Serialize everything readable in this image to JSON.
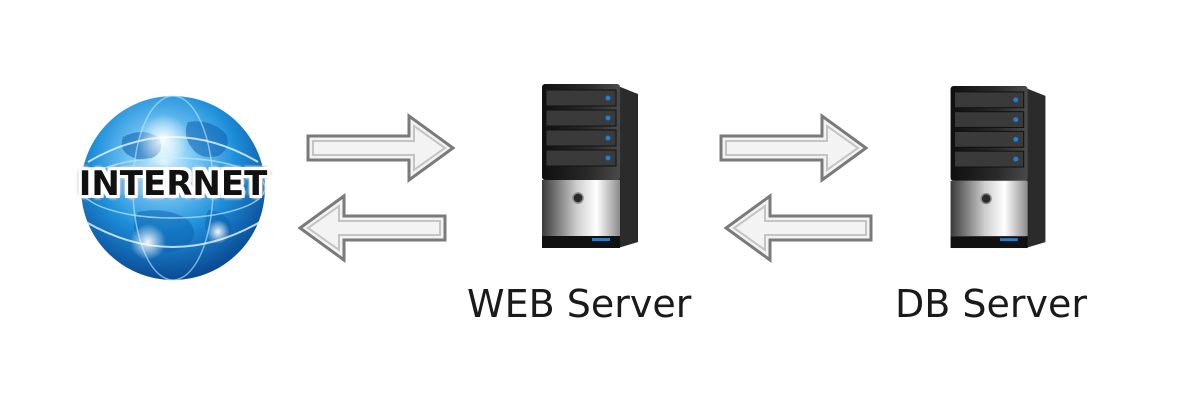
{
  "internet": {
    "label": "INTERNET"
  },
  "web_server": {
    "label": "WEB Server"
  },
  "db_server": {
    "label": "DB Server"
  },
  "icons": {
    "internet": "globe-icon",
    "web_server": "server-tower-icon",
    "db_server": "server-tower-icon",
    "arrows": [
      "arrow-right-icon",
      "arrow-left-icon"
    ]
  },
  "colors": {
    "globe_light": "#9fdcff",
    "globe_mid": "#1e90dd",
    "globe_dark": "#0a4f9a",
    "server_body": "#1b1b1b",
    "server_led": "#1e7fd6",
    "arrow_outline": "#7a7a7a",
    "arrow_fill": "#f2f2f2"
  }
}
